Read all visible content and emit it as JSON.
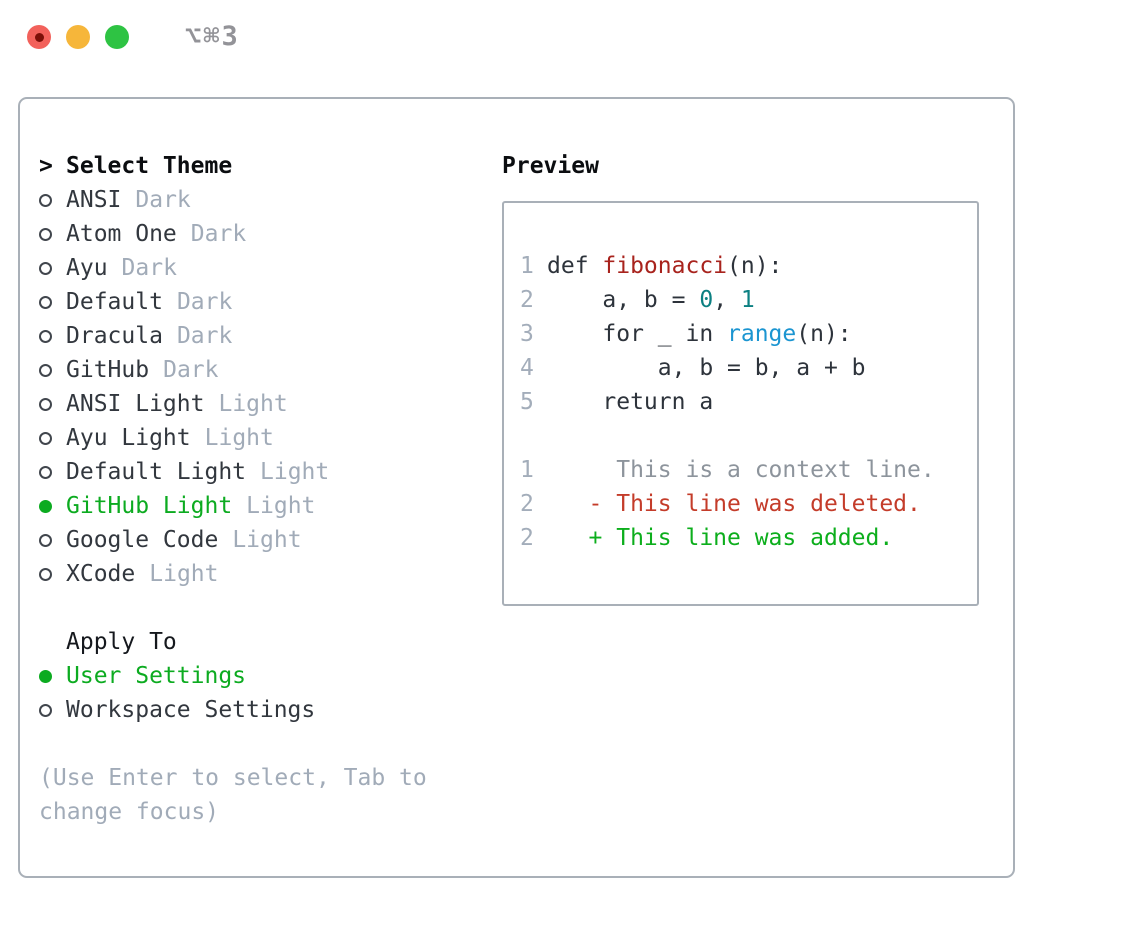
{
  "window": {
    "title": "⌥⌘3"
  },
  "theme_panel": {
    "header_prefix": ">",
    "header": "Select Theme",
    "themes": [
      {
        "name": "ANSI",
        "tag": "Dark",
        "selected": false
      },
      {
        "name": "Atom One",
        "tag": "Dark",
        "selected": false
      },
      {
        "name": "Ayu",
        "tag": "Dark",
        "selected": false
      },
      {
        "name": "Default",
        "tag": "Dark",
        "selected": false
      },
      {
        "name": "Dracula",
        "tag": "Dark",
        "selected": false
      },
      {
        "name": "GitHub",
        "tag": "Dark",
        "selected": false
      },
      {
        "name": "ANSI Light",
        "tag": "Light",
        "selected": false
      },
      {
        "name": "Ayu Light",
        "tag": "Light",
        "selected": false
      },
      {
        "name": "Default Light",
        "tag": "Light",
        "selected": false
      },
      {
        "name": "GitHub Light",
        "tag": "Light",
        "selected": true
      },
      {
        "name": "Google Code",
        "tag": "Light",
        "selected": false
      },
      {
        "name": "XCode",
        "tag": "Light",
        "selected": false
      }
    ],
    "apply_to": {
      "header": "Apply To",
      "options": [
        {
          "name": "User Settings",
          "selected": true
        },
        {
          "name": "Workspace Settings",
          "selected": false
        }
      ]
    },
    "hint": "(Use Enter to select, Tab to change focus)"
  },
  "preview": {
    "header": "Preview",
    "lines": [
      {
        "num": "1",
        "tokens": [
          [
            "def ",
            "kw"
          ],
          [
            "fibonacci",
            "fn"
          ],
          [
            "(n):",
            "pl"
          ]
        ]
      },
      {
        "num": "2",
        "tokens": [
          [
            "    a, b = ",
            "pl"
          ],
          [
            "0",
            "num"
          ],
          [
            ", ",
            "pl"
          ],
          [
            "1",
            "num"
          ]
        ]
      },
      {
        "num": "3",
        "tokens": [
          [
            "    for _ in ",
            "pl"
          ],
          [
            "range",
            "bi"
          ],
          [
            "(n):",
            "pl"
          ]
        ]
      },
      {
        "num": "4",
        "tokens": [
          [
            "        a, b = b, a + b",
            "pl"
          ]
        ]
      },
      {
        "num": "5",
        "tokens": [
          [
            "    return a",
            "pl"
          ]
        ]
      },
      {
        "num": "",
        "tokens": []
      },
      {
        "num": "1",
        "tokens": [
          [
            "     This is a context line.",
            "ctx"
          ]
        ]
      },
      {
        "num": "2",
        "tokens": [
          [
            "   - This line was deleted.",
            "del"
          ]
        ]
      },
      {
        "num": "2",
        "tokens": [
          [
            "   + This line was added.",
            "add"
          ]
        ]
      }
    ]
  },
  "colors": {
    "selection_green": "#0cab20",
    "diff_added_green": "#0cae1c",
    "diff_deleted_red": "#c43c2a",
    "context_gray": "#8d949c",
    "function_red": "#a8231d",
    "number_teal": "#0c8082",
    "builtin_blue": "#1b95d1",
    "tag_gray": "#a1abb8",
    "panel_border": "#a9b0b8",
    "traffic_red": "#f2615b",
    "traffic_yellow": "#f6b63a",
    "traffic_green": "#2ec343"
  }
}
